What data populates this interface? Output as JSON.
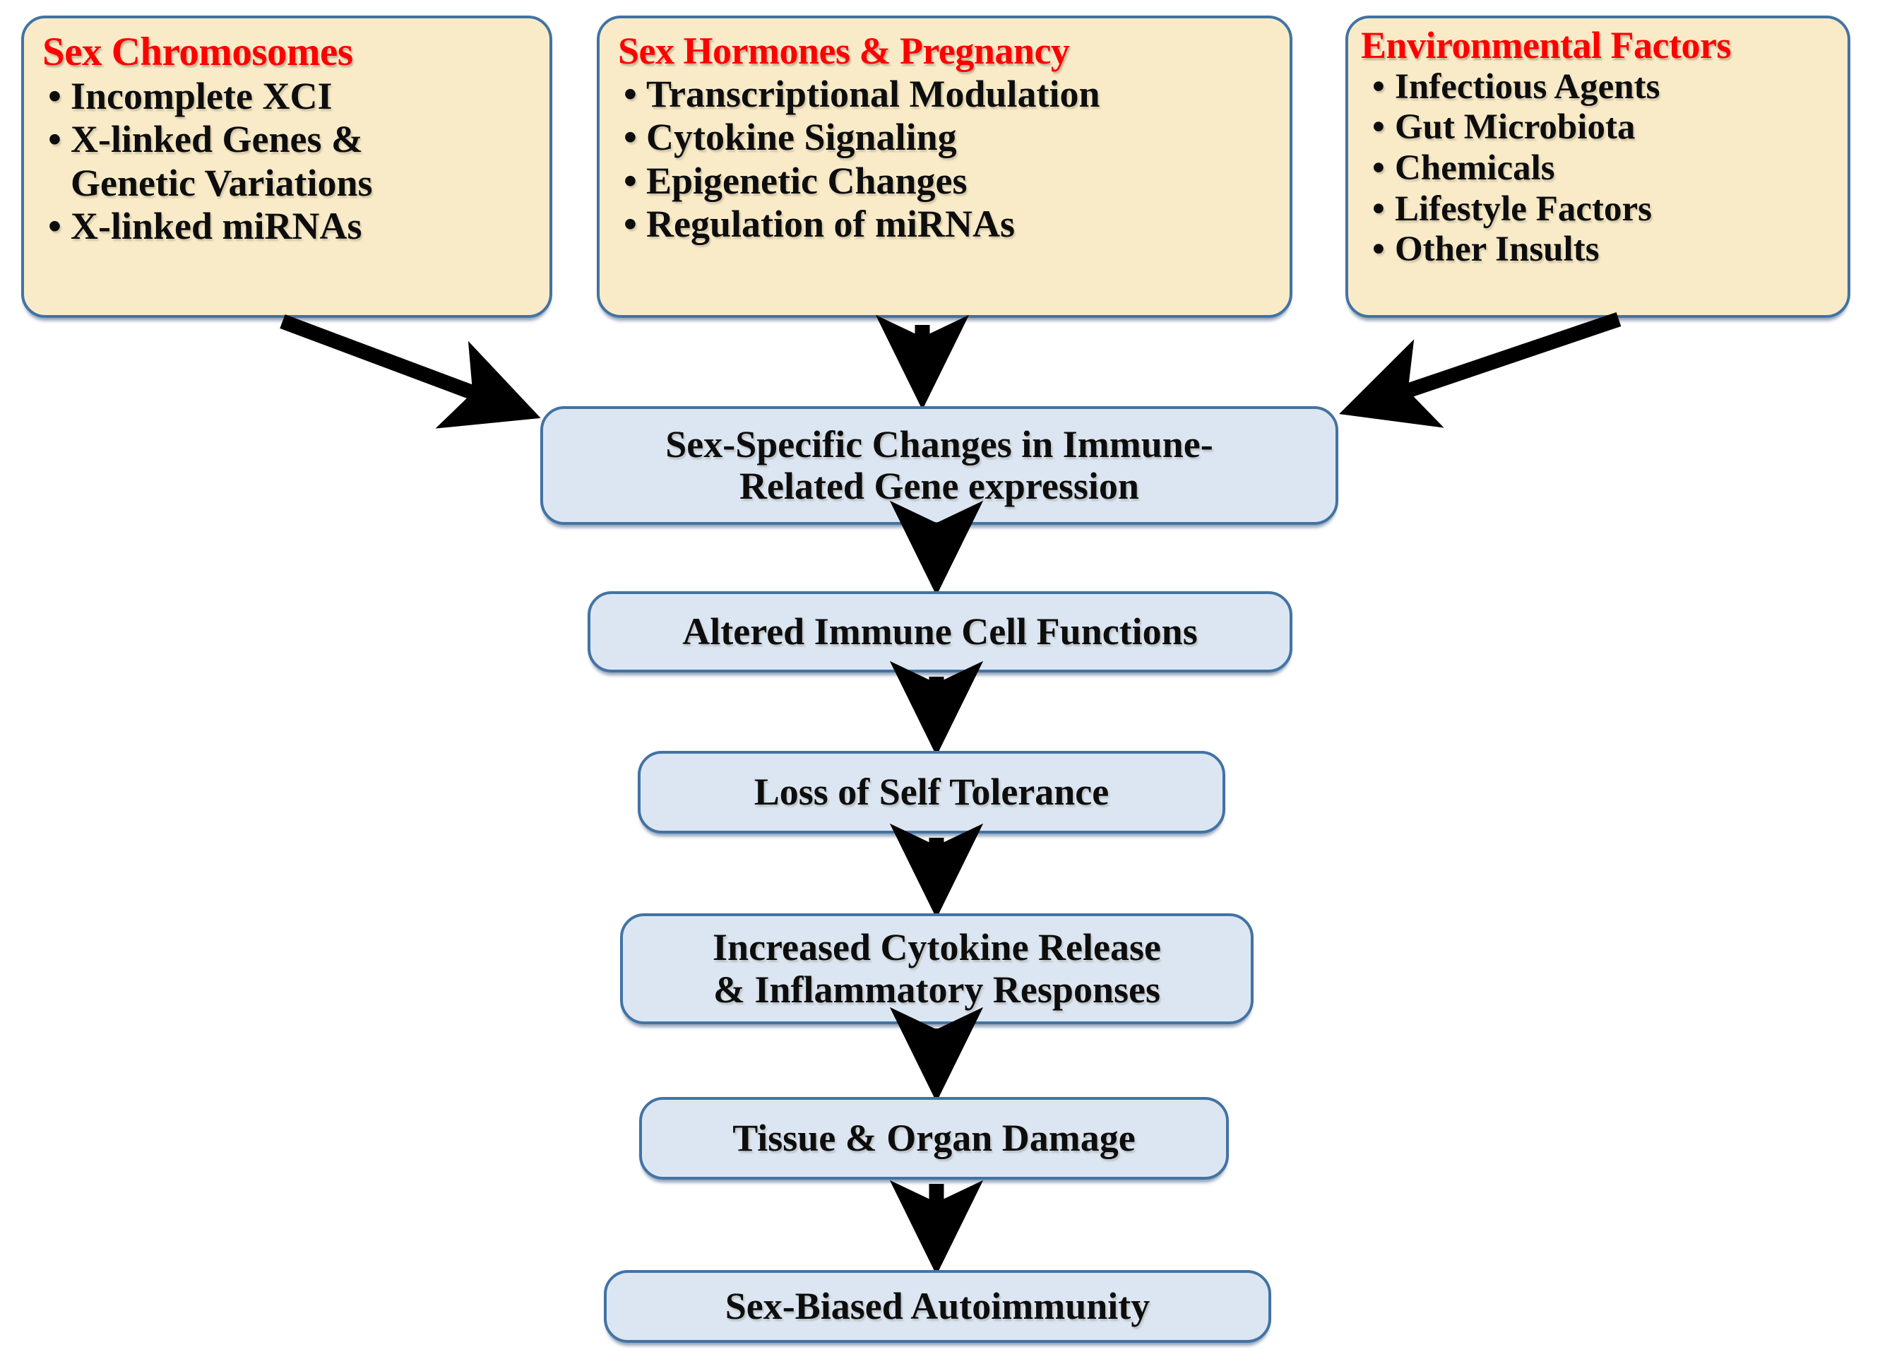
{
  "diagram": {
    "title": "Sex-Biased Autoimmunity Pathway Flowchart",
    "colors": {
      "source_fill": "#FAEBC8",
      "flow_fill": "#DCE6F2",
      "border": "#4273A3",
      "heading_text": "#FF0000",
      "body_text": "#0D0D0D",
      "arrow": "#000000"
    },
    "sources": [
      {
        "id": "sex-chromosomes",
        "title": "Sex Chromosomes",
        "items": [
          "Incomplete XCI",
          "X-linked Genes &",
          "Genetic Variations",
          "X-linked miRNAs"
        ],
        "bullets": [
          {
            "line1": "Incomplete XCI",
            "line2": ""
          },
          {
            "line1": "X-linked Genes &",
            "line2": "Genetic Variations"
          },
          {
            "line1": "X-linked miRNAs",
            "line2": ""
          }
        ]
      },
      {
        "id": "sex-hormones-pregnancy",
        "title": "Sex Hormones & Pregnancy",
        "bullets": [
          {
            "line1": "Transcriptional Modulation",
            "line2": ""
          },
          {
            "line1": "Cytokine Signaling",
            "line2": ""
          },
          {
            "line1": "Epigenetic Changes",
            "line2": ""
          },
          {
            "line1": "Regulation of miRNAs",
            "line2": ""
          }
        ]
      },
      {
        "id": "environmental-factors",
        "title": "Environmental Factors",
        "bullets": [
          {
            "line1": "Infectious Agents",
            "line2": ""
          },
          {
            "line1": "Gut Microbiota",
            "line2": ""
          },
          {
            "line1": "Chemicals",
            "line2": ""
          },
          {
            "line1": "Lifestyle Factors",
            "line2": ""
          },
          {
            "line1": "Other Insults",
            "line2": ""
          }
        ]
      }
    ],
    "flow": [
      {
        "id": "gene-expression",
        "line1": "Sex-Specific Changes in Immune-",
        "line2": "Related Gene expression"
      },
      {
        "id": "immune-cell",
        "line1": "Altered Immune Cell Functions",
        "line2": ""
      },
      {
        "id": "self-tolerance",
        "line1": "Loss of Self Tolerance",
        "line2": ""
      },
      {
        "id": "cytokine-release",
        "line1": "Increased Cytokine Release",
        "line2": "& Inflammatory Responses"
      },
      {
        "id": "organ-damage",
        "line1": "Tissue & Organ Damage",
        "line2": ""
      },
      {
        "id": "autoimmunity",
        "line1": "Sex-Biased Autoimmunity",
        "line2": ""
      }
    ],
    "connections": [
      {
        "from": "sex-chromosomes",
        "to": "gene-expression",
        "kind": "diagonal-right-down"
      },
      {
        "from": "sex-hormones-pregnancy",
        "to": "gene-expression",
        "kind": "vertical"
      },
      {
        "from": "environmental-factors",
        "to": "gene-expression",
        "kind": "diagonal-left-down"
      },
      {
        "from": "gene-expression",
        "to": "immune-cell",
        "kind": "vertical"
      },
      {
        "from": "immune-cell",
        "to": "self-tolerance",
        "kind": "vertical"
      },
      {
        "from": "self-tolerance",
        "to": "cytokine-release",
        "kind": "vertical"
      },
      {
        "from": "cytokine-release",
        "to": "organ-damage",
        "kind": "vertical"
      },
      {
        "from": "organ-damage",
        "to": "autoimmunity",
        "kind": "vertical"
      }
    ]
  }
}
